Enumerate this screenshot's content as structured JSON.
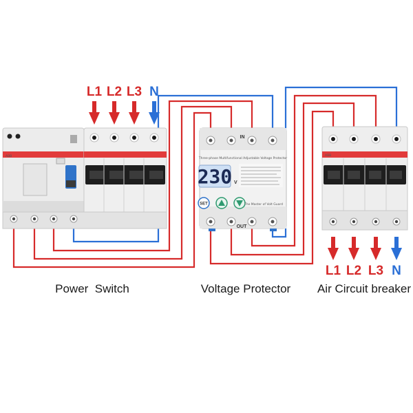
{
  "phases_top": [
    "L1",
    "L2",
    "L3",
    "N"
  ],
  "phases_bottom": [
    "L1",
    "L2",
    "L3",
    "N"
  ],
  "captions": {
    "power_switch": "Power  Switch",
    "voltage_protector": "Voltage Protector",
    "air_breaker": "Air Circuit breaker"
  },
  "protector": {
    "header_text": "Three-phase Multifunctional Adjustable Voltage Protector",
    "display_value": "230",
    "display_unit": "V",
    "set_label": "SET",
    "in_label": "IN",
    "out_label": "OUT",
    "brand_text": "The Master of Volt Guard"
  },
  "colors": {
    "phase": "#d62a2a",
    "neutral": "#2a6fd6",
    "device_body": "#e9e9e9",
    "red_stripe": "#e23b3b",
    "black_handle": "#1e1e1e",
    "lcd": "#cfe0f5"
  }
}
